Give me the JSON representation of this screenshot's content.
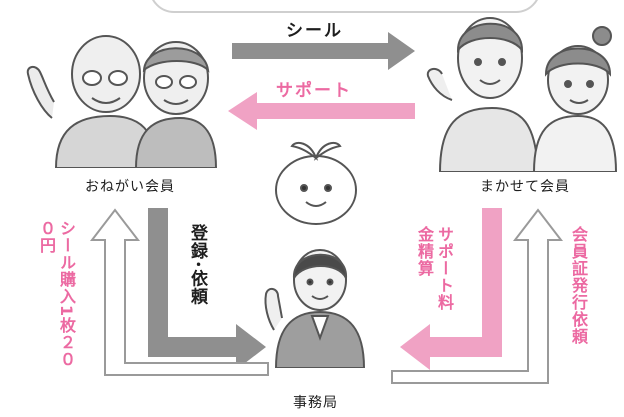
{
  "colors": {
    "gray_arrow": "#8f8f8f",
    "pink_arrow": "#f0a2c4",
    "pink_text": "#ec6aa2",
    "outline": "#9a9a9a",
    "dark_text": "#1e1e1e"
  },
  "nodes": {
    "onegai": "おねがい会員",
    "makase": "まかせて会員",
    "jimukyoku": "事務局"
  },
  "arrows": {
    "seal": "シール",
    "support": "サポート",
    "registration": "登録･依頼",
    "settlement": "サポート料金精算",
    "card_request": "会員証発行依頼",
    "purchase": "シール購入1枚２００円"
  },
  "icons": {
    "elderly_couple": "elderly-couple-icon",
    "helper_couple": "helper-couple-icon",
    "mascot": "mascot-icon",
    "staff": "office-staff-icon"
  }
}
